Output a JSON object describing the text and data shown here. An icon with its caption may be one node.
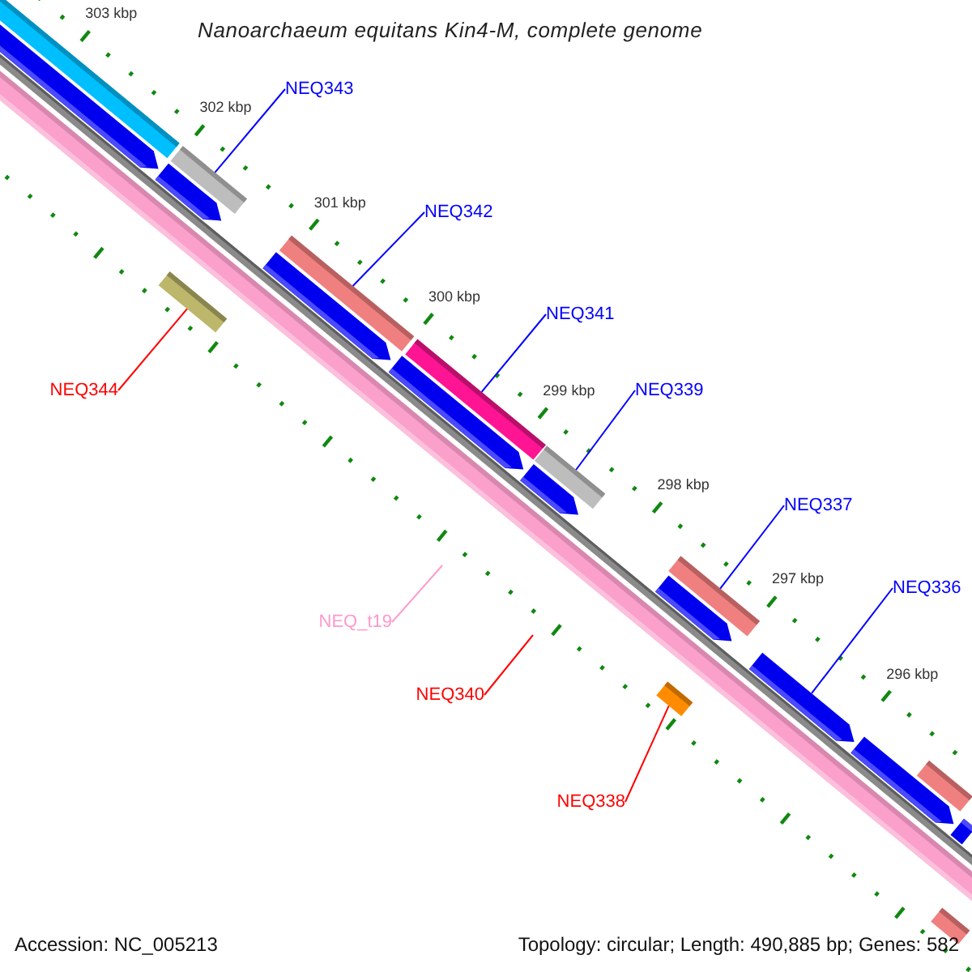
{
  "diagram": {
    "title": "Nanoarchaeum equitans Kin4-M, complete genome",
    "nodes": [
      {
        "text": [
          "NEQ343"
        ]
      },
      {
        "text": [],
        "shape": "bar"
      },
      {
        "text": [
          "NEQ342"
        ]
      },
      {
        "text": [],
        "shape": "bar"
      },
      {
        "text": [
          "NEQ341"
        ]
      },
      {
        "text": [],
        "shape": "bar"
      },
      {
        "text": [
          "NEQ339"
        ]
      },
      {
        "text": [],
        "shape": "bar"
      },
      {
        "text": [
          "NEQ344"
        ]
      },
      {
        "text": [],
        "shape": "bar"
      },
      {
        "text": [
          "NEQ337"
        ]
      },
      {
        "text": [],
        "shape": "bar"
      },
      {
        "text": [
          "NEQ336"
        ]
      },
      {
        "text": [],
        "shape": "bar"
      },
      {
        "text": [
          "NEQ_t19"
        ]
      },
      {
        "text": [
          "NEQ340"
        ]
      },
      {
        "text": [
          "NEQ338"
        ]
      },
      {
        "text": [],
        "shape": "bar"
      },
      {
        "text": [],
        "shape": "bar"
      },
      {
        "text": [],
        "shape": "bar"
      },
      {
        "text": [],
        "shape": "bar"
      },
      {
        "text": [],
        "shape": "bar"
      },
      {
        "text": [],
        "shape": "bar"
      },
      {
        "text": [],
        "shape": "bar"
      },
      {
        "text": [],
        "shape": "bar"
      },
      {
        "text": [],
        "shape": "bar"
      },
      {
        "text": [],
        "shape": "bar"
      },
      {
        "text": [],
        "shape": "bar"
      },
      {
        "text": [],
        "shape": "bar"
      }
    ],
    "edges": [
      {
        "from": 0,
        "to": 1,
        "arrow": "none"
      },
      {
        "from": 2,
        "to": 3,
        "arrow": "none"
      },
      {
        "from": 4,
        "to": 5,
        "arrow": "none"
      },
      {
        "from": 6,
        "to": 7,
        "arrow": "none"
      },
      {
        "from": 8,
        "to": 9,
        "arrow": "none",
        "color": "#ff0000"
      },
      {
        "from": 10,
        "to": 11,
        "arrow": "none"
      },
      {
        "from": 12,
        "to": 13,
        "arrow": "none"
      },
      {
        "from": 14,
        "to": null,
        "arrow": "none",
        "color": "#ff99cc"
      },
      {
        "from": 15,
        "to": null,
        "arrow": "none",
        "color": "#ff0000"
      },
      {
        "from": 16,
        "to": 17,
        "arrow": "none",
        "color": "#ff0000"
      }
    ],
    "labels": [
      "303 kbp",
      "302 kbp",
      "301 kbp",
      "300 kbp",
      "299 kbp",
      "298 kbp",
      "297 kbp",
      "296 kbp",
      "Accession: NC_005213",
      "Topology: circular; Length: 490,885 bp; Genes: 582"
    ]
  }
}
